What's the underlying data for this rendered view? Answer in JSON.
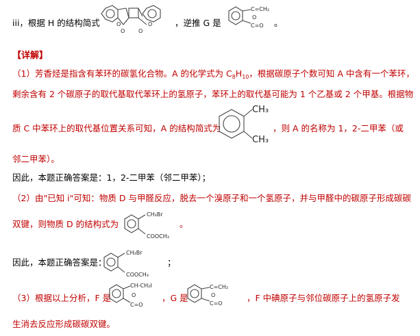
{
  "lines": {
    "l1a": "iii，根据 H 的结构简式",
    "l1b": "，逆推 G 是",
    "l1c": "。",
    "heading": "【详解】",
    "l3": "（1）芳香烃是指含有苯环的碳氢化合物。A 的化学式为 C",
    "l3_sub1": "8",
    "l3_mid": "H",
    "l3_sub2": "10",
    "l3_end": "，根据碳原子个数可知 A 中含有一个苯环，",
    "l4": "剩余含有 2 个碳原子的取代基取代苯环上的氢原子，苯环上的取代基可能为 1 个乙基或 2 个甲基。根据物",
    "l5a": "质 C 中苯环上的取代基位置关系可知，A 的结构简式为",
    "l5b": "，则 A 的名称为 1，2-二甲苯（或",
    "l6": "邻二甲苯）。",
    "l7": "因此，本题正确答案是：1，2-二甲苯（邻二甲苯）；",
    "l8": "（2）由\"已知 i\"可知：物质 D 与甲醛反应，脱去一个溴原子和一个氢原子，并与甲醛中的碳原子形成碳碳",
    "l9": "双键，则物质 D 的结构式为",
    "l9b": "。",
    "l10": "因此，本题正确答案是：",
    "l10b": "；",
    "l11a": "（3）根据以上分析，F 是",
    "l11b": "，G 是",
    "l11c": "，F 中碘原子与邻位碳原子上的氢原子发",
    "l12": "生消去反应形成碳碳双键。"
  },
  "molecules": {
    "G_top": {
      "sub1": "C=CH₂",
      "o": "O",
      "co": "C=O"
    },
    "H": {
      "o1": "O",
      "o2": "O",
      "o3": "O",
      "o4": "O"
    },
    "A": {
      "me1": "CH₃",
      "me2": "CH₃"
    },
    "D1": {
      "top": "CH₂Br",
      "bot": "COOCH₃"
    },
    "D2": {
      "top": "CH₂Br",
      "bot": "COOCH₃"
    },
    "F": {
      "sub1": "CH-CH₂I",
      "o": "O",
      "co": "C=O"
    },
    "G_bot": {
      "sub1": "C=CH₂",
      "o": "O",
      "co": "C=O"
    }
  }
}
